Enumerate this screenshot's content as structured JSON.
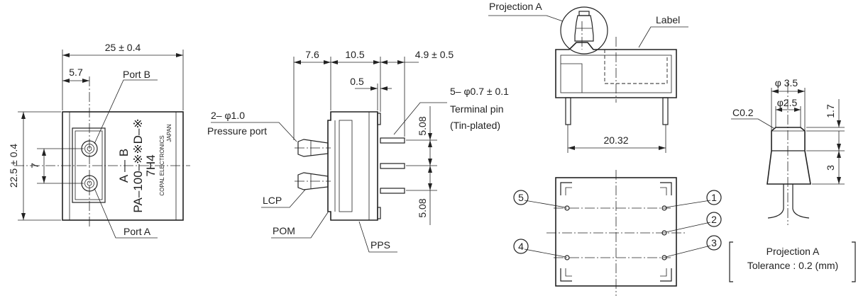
{
  "front_view": {
    "dim_width": "25 ± 0.4",
    "dim_offset": "5.7",
    "dim_height": "22.5 ± 0.4",
    "dim_port_pitch": "7",
    "port_b": "Port B",
    "port_a": "Port A",
    "marking": {
      "line1": "A — B",
      "line2": "PA–100–※※D–※",
      "line3": "7H4",
      "maker": "COPAL ELECTRONICS",
      "origin": "JAPAN"
    }
  },
  "side_view": {
    "dim_a": "7.6",
    "dim_b": "10.5",
    "dim_c": "4.9 ± 0.5",
    "dim_d": "0.5",
    "pressure_port_line1": "2– φ1.0",
    "pressure_port_line2": "Pressure port",
    "terminal_line1": "5– φ0.7 ± 0.1",
    "terminal_line2": "Terminal pin",
    "terminal_line3": "(Tin-plated)",
    "pitch_upper": "5.08",
    "pitch_lower": "5.08",
    "material_lcp": "LCP",
    "material_pom": "POM",
    "material_pps": "PPS"
  },
  "top_view": {
    "projection_label": "Projection A",
    "label_callout": "Label",
    "dim_pin_span": "20.32"
  },
  "bottom_view": {
    "pins": [
      "1",
      "2",
      "3",
      "4",
      "5"
    ]
  },
  "detail_view": {
    "dim_outer": "φ 3.5",
    "dim_inner": "φ2.5",
    "chamfer": "C0.2",
    "dim_tip": "1.7",
    "dim_length": "3",
    "title": "Projection A",
    "tolerance": "Tolerance :  0.2 (mm)"
  }
}
